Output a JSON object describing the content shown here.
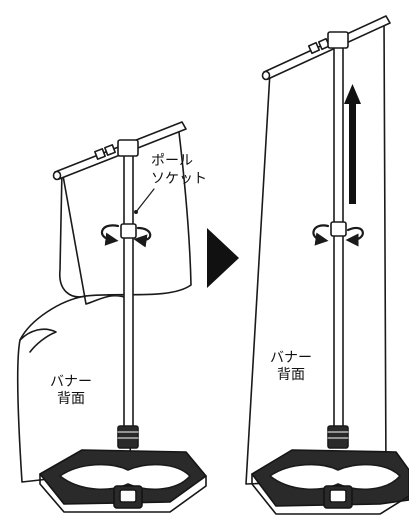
{
  "labels": {
    "pole_socket_line1": "ポール",
    "pole_socket_line2": "ソケット",
    "banner_back_line1": "バナー",
    "banner_back_line2": "背面"
  },
  "colors": {
    "line": "#1a1a1a",
    "fill": "#ffffff",
    "base": "#2a2a2a",
    "base_dark": "#151515"
  }
}
